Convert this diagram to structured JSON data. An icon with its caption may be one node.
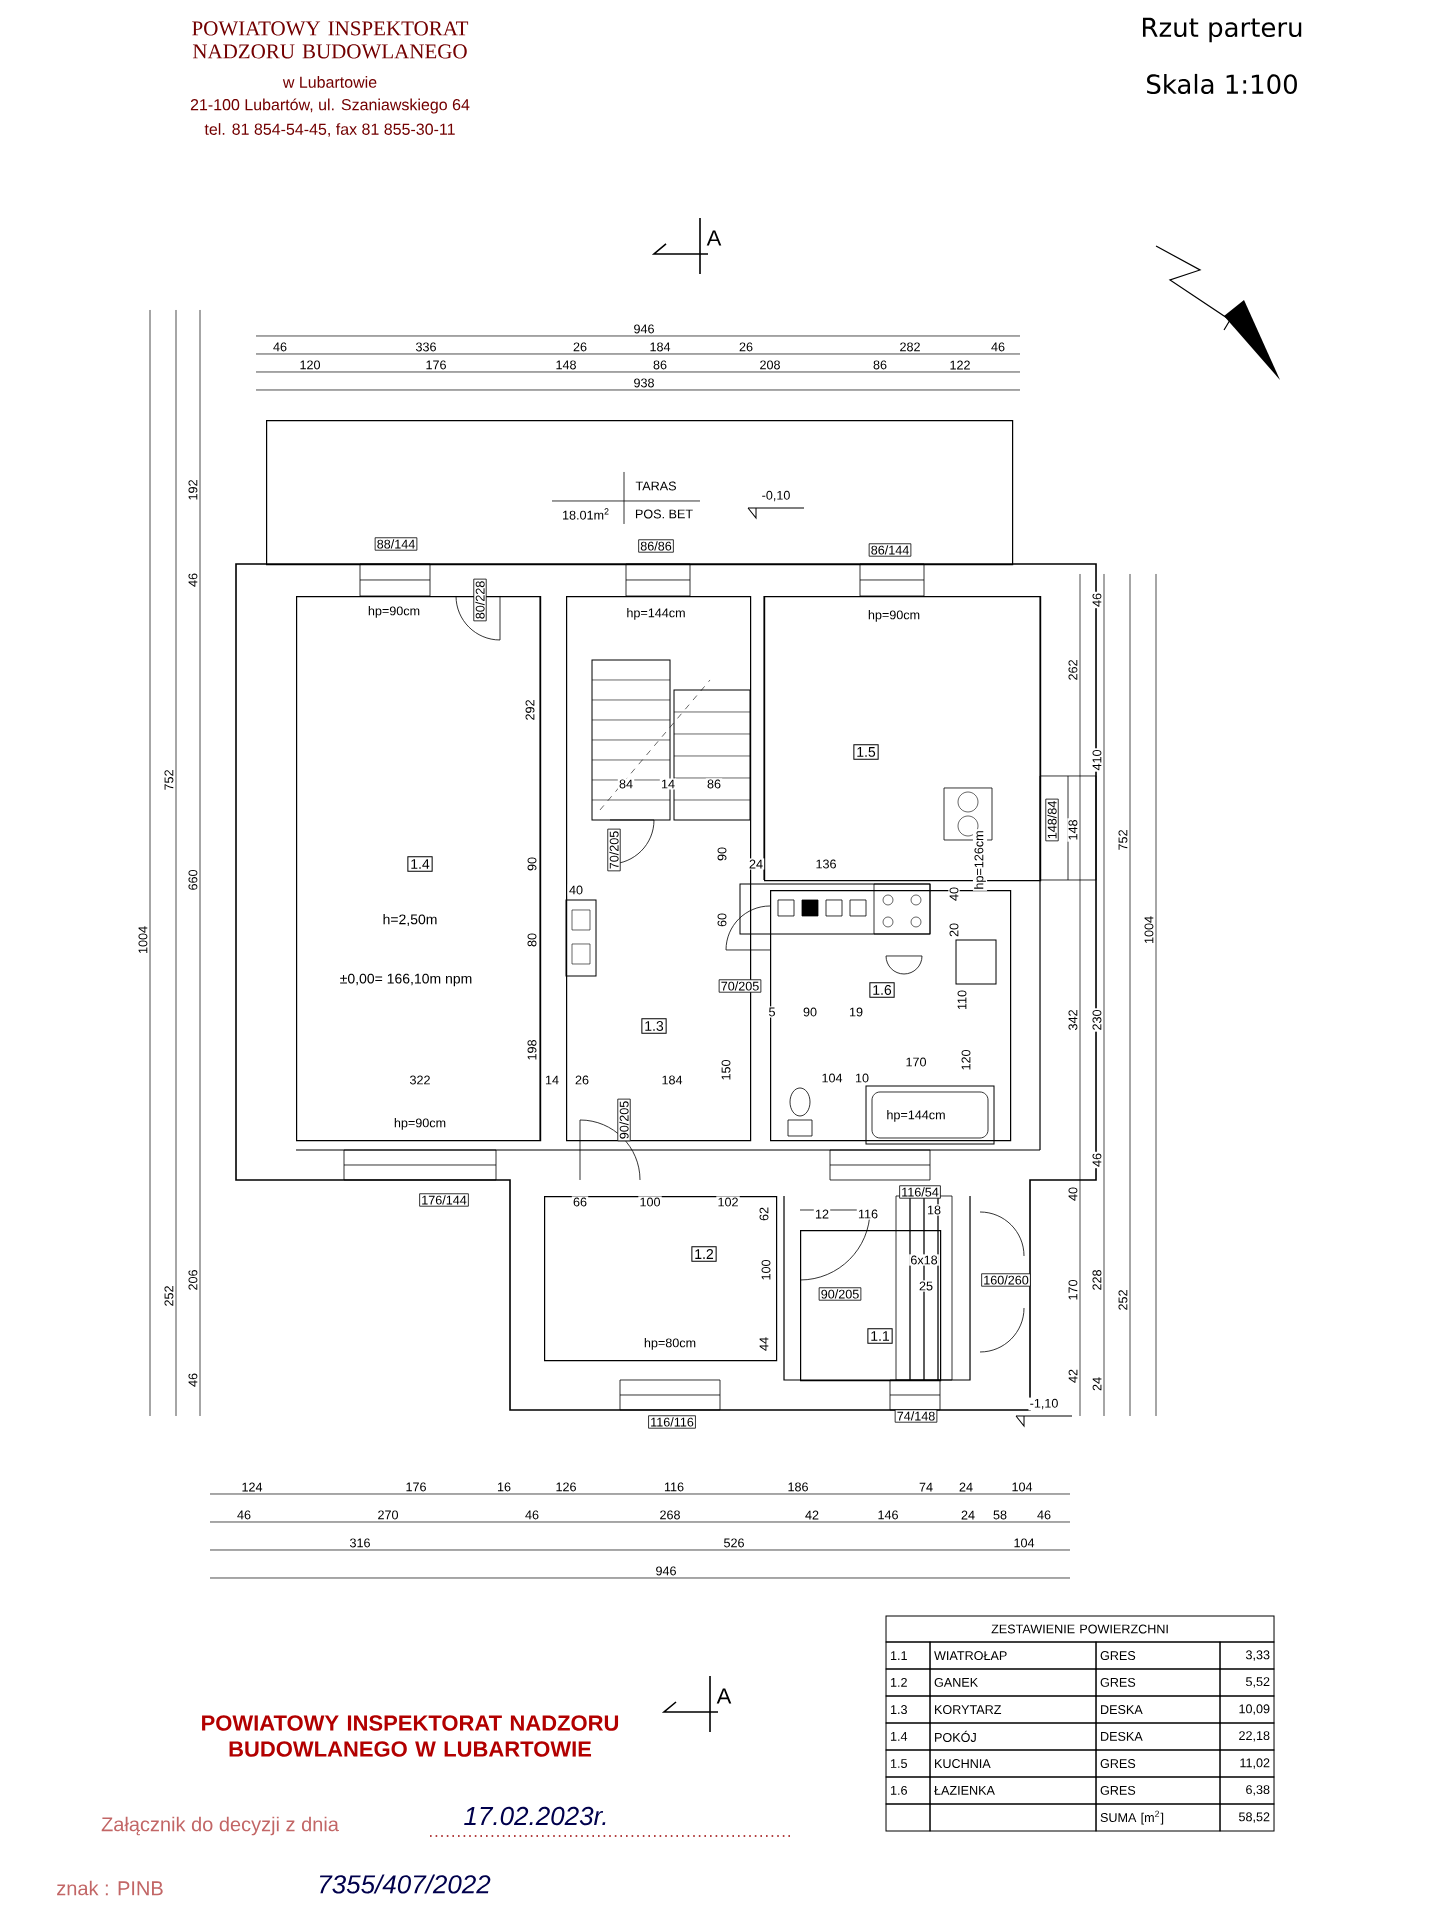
{
  "diagram": {
    "title": "Rzut parteru",
    "nodes": [
      {
        "text": [
          "TARAS",
          "18.01m$^{2}$",
          "POS. BET"
        ]
      },
      {
        "text": [
          "1.4",
          "h=2,50m",
          "±0,00= 166,10m npm"
        ]
      },
      {
        "text": [
          "1.5"
        ]
      },
      {
        "text": [
          "1.3"
        ]
      },
      {
        "text": [
          "1.6"
        ]
      },
      {
        "text": [
          "1.2"
        ]
      },
      {
        "text": [
          "1.1"
        ]
      }
    ],
    "labels": [
      "POWIATOWY INSPEKTORAT NADZORU BUDOWLANEGO",
      "w Lubartowie",
      "21-100 Lubartów, ul. Szaniawskiego 64",
      "tel. 81 854-54-45, fax 81 855-30-11",
      "Skala 1:100",
      "A",
      "946",
      "46",
      "336",
      "26",
      "184",
      "26",
      "282",
      "46",
      "120",
      "176",
      "148",
      "86",
      "208",
      "86",
      "122",
      "938",
      "-0,10",
      "88/144",
      "hp=90cm",
      "80/228",
      "86/86",
      "hp=144cm",
      "86/144",
      "hp=90cm",
      "192",
      "46",
      "752",
      "660",
      "1004",
      "292",
      "84",
      "14",
      "86",
      "70/205",
      "46",
      "262",
      "410",
      "148/84",
      "148",
      "hp=126cm",
      "752",
      "90",
      "40",
      "90",
      "24",
      "136",
      "40",
      "80",
      "60",
      "20",
      "1004",
      "70/205",
      "110",
      "5",
      "90",
      "19",
      "342",
      "230",
      "198",
      "322",
      "14",
      "26",
      "184",
      "150",
      "104",
      "10",
      "170",
      "120",
      "hp=90cm",
      "90/205",
      "hp=144cm",
      "46",
      "40",
      "176/144",
      "66",
      "100",
      "102",
      "116/54",
      "62",
      "12",
      "116",
      "18",
      "252",
      "206",
      "100",
      "90/205",
      "6x18",
      "25",
      "160/260",
      "170",
      "228",
      "252",
      "hp=80cm",
      "44",
      "46",
      "42",
      "24",
      "116/116",
      "74/148",
      "-1,10",
      "124",
      "176",
      "16",
      "126",
      "116",
      "186",
      "74",
      "24",
      "104",
      "46",
      "270",
      "46",
      "268",
      "42",
      "146",
      "24",
      "58",
      "46",
      "316",
      "526",
      "104",
      "946",
      "A",
      "ZESTAWIENIE POWIERZCHNI",
      "1.1",
      "WIATROŁAP",
      "GRES",
      "3,33",
      "1.2",
      "GANEK",
      "GRES",
      "5,52",
      "1.3",
      "KORYTARZ",
      "DESKA",
      "10,09",
      "1.4",
      "POKÓJ",
      "DESKA",
      "22,18",
      "1.5",
      "KUCHNIA",
      "GRES",
      "11,02",
      "1.6",
      "ŁAZIENKA",
      "GRES",
      "6,38",
      "SUMA [m$^{2}$]",
      "58,52",
      "POWIATOWY INSPEKTORAT NADZORU BUDOWLANEGO W LUBARTOWIE",
      "Załącznik do decyzji z dnia",
      "17.02.2023r.",
      "znak : PINB",
      "7355/407/2022"
    ]
  }
}
